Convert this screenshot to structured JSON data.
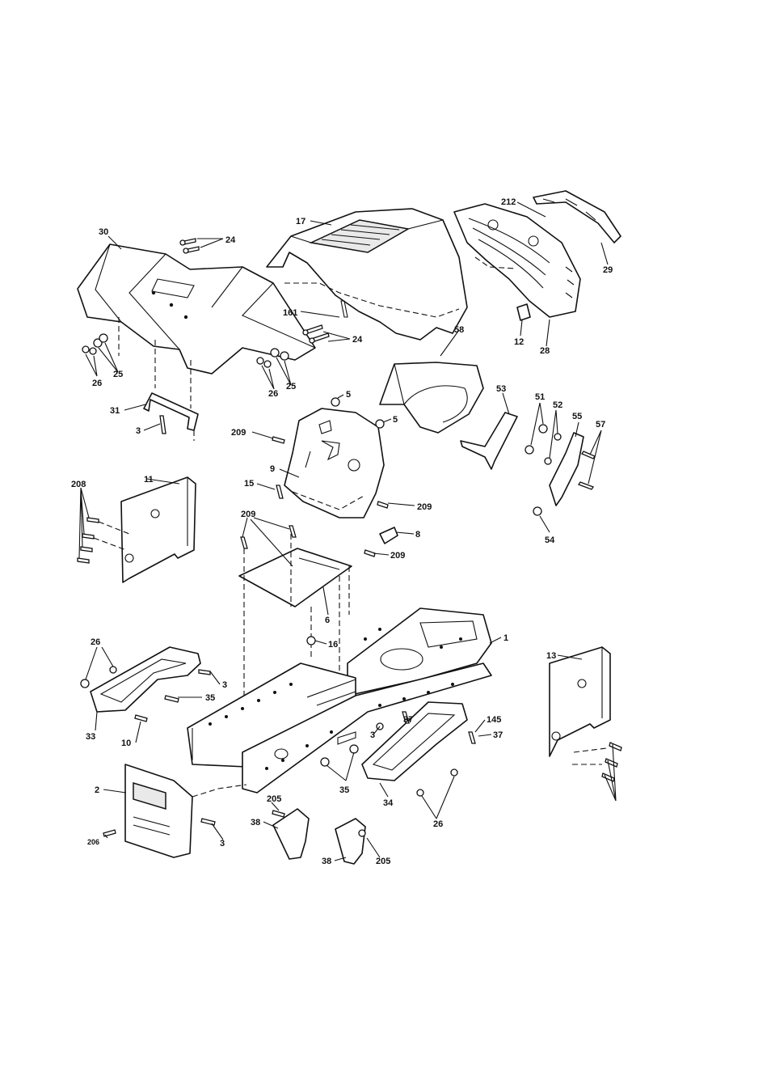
{
  "diagram": {
    "kind": "exploded parts diagram",
    "callouts": {
      "c30": "30",
      "c24a": "24",
      "c17": "17",
      "c212": "212",
      "c29": "29",
      "c161": "161",
      "c24b": "24",
      "c12": "12",
      "c28": "28",
      "c26a": "26",
      "c25a": "25",
      "c26b": "26",
      "c25b": "25",
      "c58": "58",
      "c5a": "5",
      "c5b": "5",
      "c31": "31",
      "c3a": "3",
      "c209a": "209",
      "c53": "53",
      "c51": "51",
      "c52": "52",
      "c55": "55",
      "c57": "57",
      "c9": "9",
      "c11": "11",
      "c208": "208",
      "c15": "15",
      "c209b": "209",
      "c8": "8",
      "c54": "54",
      "c209c": "209",
      "c209d": "209",
      "c6": "6",
      "c1": "1",
      "c16": "16",
      "c26c": "26",
      "c3b": "3",
      "c13": "13",
      "c35a": "35",
      "c33": "33",
      "c10": "10",
      "c37a": "37",
      "c145": "145",
      "c37b": "37",
      "c3c": "3",
      "c35b": "35",
      "c2": "2",
      "c205a": "205",
      "c34": "34",
      "c26d": "26",
      "c38a": "38",
      "c206": "206",
      "c3d": "3",
      "c38b": "38",
      "c205b": "205"
    }
  }
}
